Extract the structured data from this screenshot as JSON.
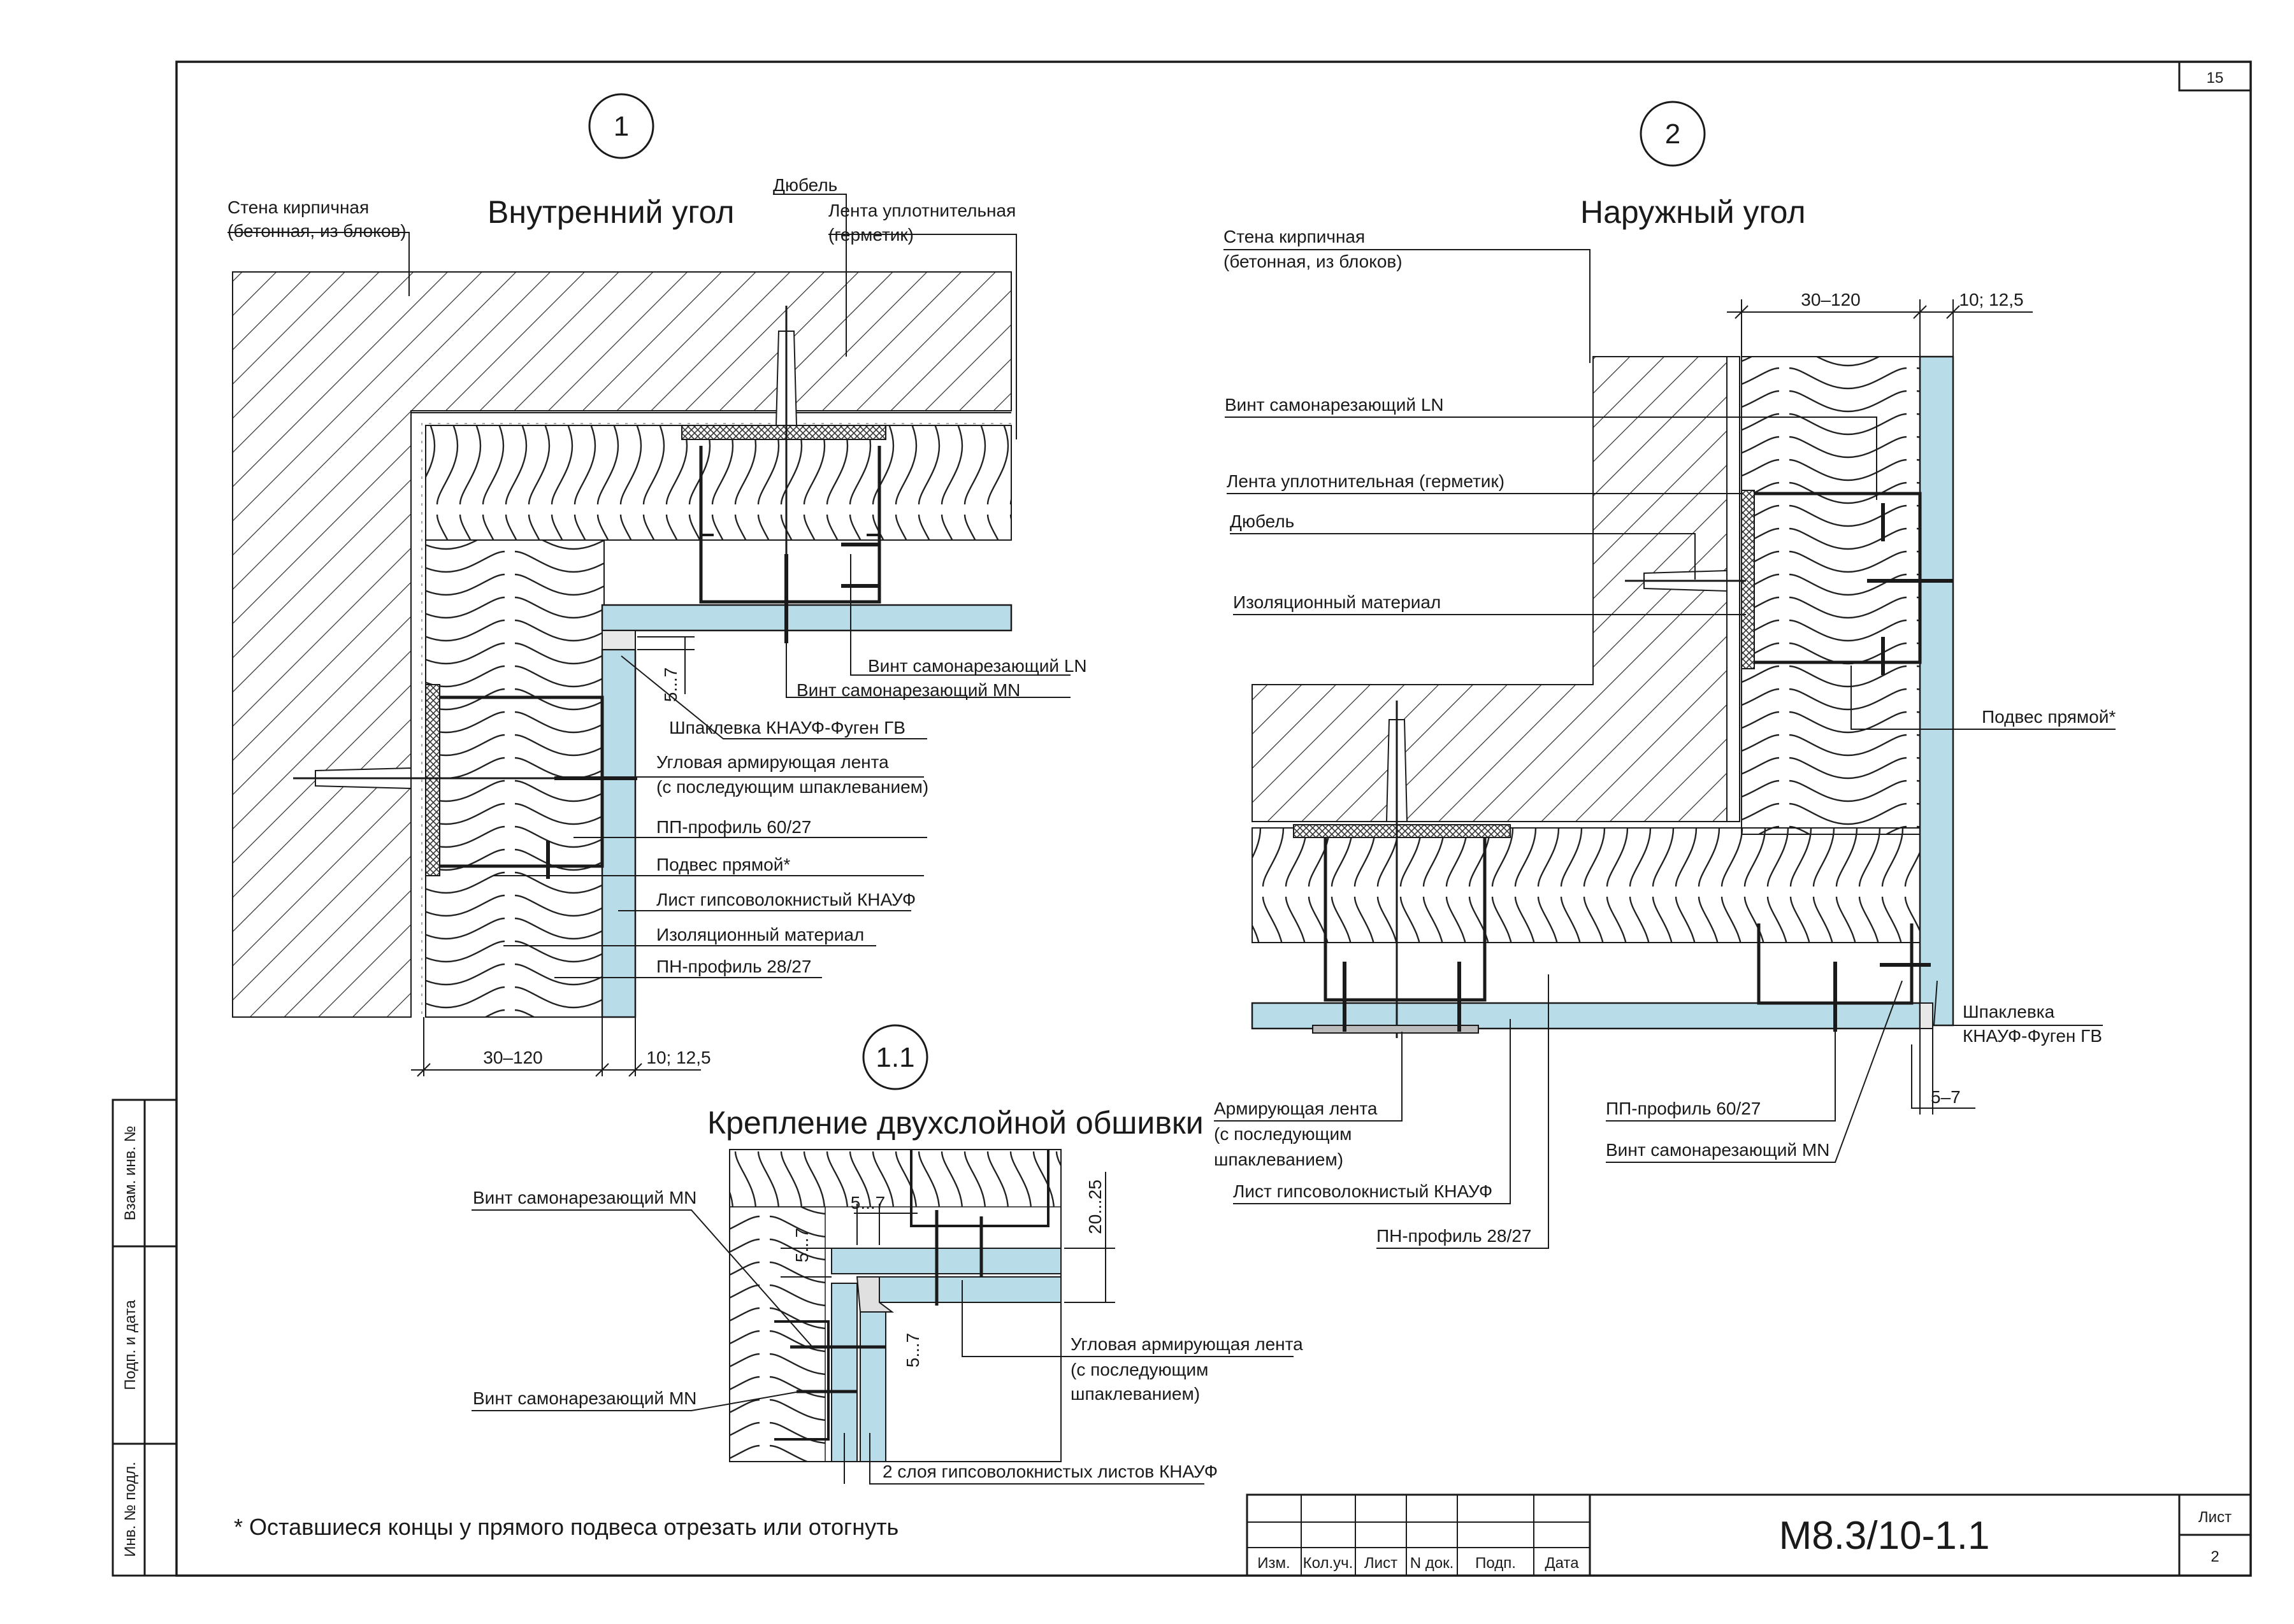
{
  "sheet": {
    "page_number": "15",
    "code": "М8.3/10-1.1",
    "sheet_label": "Лист",
    "sheet_value": "2",
    "footnote": "* Оставшиеся концы у прямого подвеса отрезать или отогнуть"
  },
  "side_stamp": {
    "vzam": "Взам. инв. №",
    "podp": "Подп. и дата",
    "inv": "Инв. № подл."
  },
  "title_block": {
    "cols": [
      "Изм.",
      "Кол.уч.",
      "Лист",
      "N док.",
      "Подп.",
      "Дата"
    ]
  },
  "detail1": {
    "num": "1",
    "title": "Внутренний угол",
    "labels": {
      "wall_1": "Стена кирпичная",
      "wall_2": "(бетонная, из блоков)",
      "dowel": "Дюбель",
      "tape_1": "Лента уплотнительная",
      "tape_2": "(герметик)",
      "screw_ln": "Винт самонарезающий LN",
      "screw_mn": "Винт самонарезающий MN",
      "putty": "Шпаклевка КНАУФ-Фуген ГВ",
      "corner_tape_1": "Угловая армирующая лента",
      "corner_tape_2": "(с последующим шпаклеванием)",
      "pp": "ПП-профиль 60/27",
      "hanger": "Подвес прямой*",
      "sheet": "Лист гипсоволокнистый КНАУФ",
      "insul": "Изоляционный материал",
      "pn": "ПН-профиль 28/27",
      "dim_gap": "30–120",
      "dim_board": "10; 12,5",
      "dim_57": "5...7"
    }
  },
  "detail2": {
    "num": "2",
    "title": "Наружный угол",
    "labels": {
      "wall_1": "Стена кирпичная",
      "wall_2": "(бетонная, из блоков)",
      "screw_ln": "Винт самонарезающий LN",
      "tape": "Лента уплотнительная (герметик)",
      "dowel": "Дюбель",
      "insul": "Изоляционный материал",
      "hanger": "Подвес прямой*",
      "putty_1": "Шпаклевка",
      "putty_2": "КНАУФ-Фуген ГВ",
      "dim_57": "5–7",
      "pp": "ПП-профиль 60/27",
      "screw_mn": "Винт самонарезающий MN",
      "tape_a_1": "Армирующая лента",
      "tape_a_2": "(с последующим",
      "tape_a_3": "шпаклеванием)",
      "sheet": "Лист гипсоволокнистый КНАУФ",
      "pn": "ПН-профиль 28/27",
      "dim_gap": "30–120",
      "dim_board": "10; 12,5"
    }
  },
  "detail11": {
    "num": "1.1",
    "title": "Крепление двухслойной обшивки",
    "labels": {
      "screw_mn_a": "Винт самонарезающий MN",
      "screw_mn_b": "Винт самонарезающий MN",
      "corner_tape_1": "Угловая армирующая лента",
      "corner_tape_2": "(с последующим",
      "corner_tape_3": "шпаклеванием)",
      "two_layers": "2 слоя гипсоволокнистых листов КНАУФ",
      "dim_57_top": "5...7",
      "dim_57_left": "5...7",
      "dim_57_mid": "5...7",
      "dim_2025": "20...25"
    }
  },
  "colors": {
    "board": "#b9dde8",
    "ink": "#1a1a1a",
    "tape": "#555555"
  }
}
